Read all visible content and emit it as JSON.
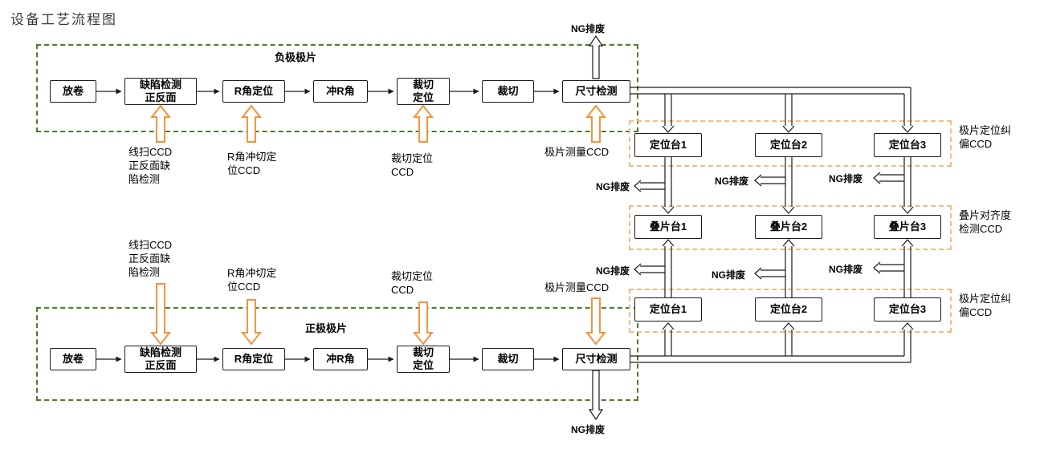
{
  "title": "设备工艺流程图",
  "ng_label": "NG排废",
  "negative_section": {
    "label": "负极极片",
    "boxes": [
      "放卷",
      "缺陷检测\n正反面",
      "R角定位",
      "冲R角",
      "裁切\n定位",
      "裁切",
      "尺寸检测"
    ],
    "ccd_labels": [
      "线扫CCD\n正反面缺\n陷检测",
      "R角冲切定\n位CCD",
      "裁切定位\nCCD",
      "极片测量CCD"
    ]
  },
  "positive_section": {
    "label": "正极极片",
    "boxes": [
      "放卷",
      "缺陷检测\n正反面",
      "R角定位",
      "冲R角",
      "裁切\n定位",
      "裁切",
      "尺寸检测"
    ],
    "ccd_labels": [
      "线扫CCD\n正反面缺\n陷检测",
      "R角冲切定\n位CCD",
      "裁切定位\nCCD",
      "极片测量CCD"
    ]
  },
  "stations": {
    "top_row": [
      "定位台1",
      "定位台2",
      "定位台3"
    ],
    "middle_row": [
      "叠片台1",
      "叠片台2",
      "叠片台3"
    ],
    "bottom_row": [
      "定位台1",
      "定位台2",
      "定位台3"
    ],
    "top_row_label": "极片定位纠\n偏CCD",
    "middle_row_label": "叠片对齐度\n检测CCD",
    "bottom_row_label": "极片定位纠\n偏CCD"
  },
  "colors": {
    "section_boundary_green": "#4e7a27",
    "ccd_arrow_orange": "#F0953C",
    "ccd_region_orange": "#F5B97F",
    "line_black": "#1a1a1a"
  }
}
